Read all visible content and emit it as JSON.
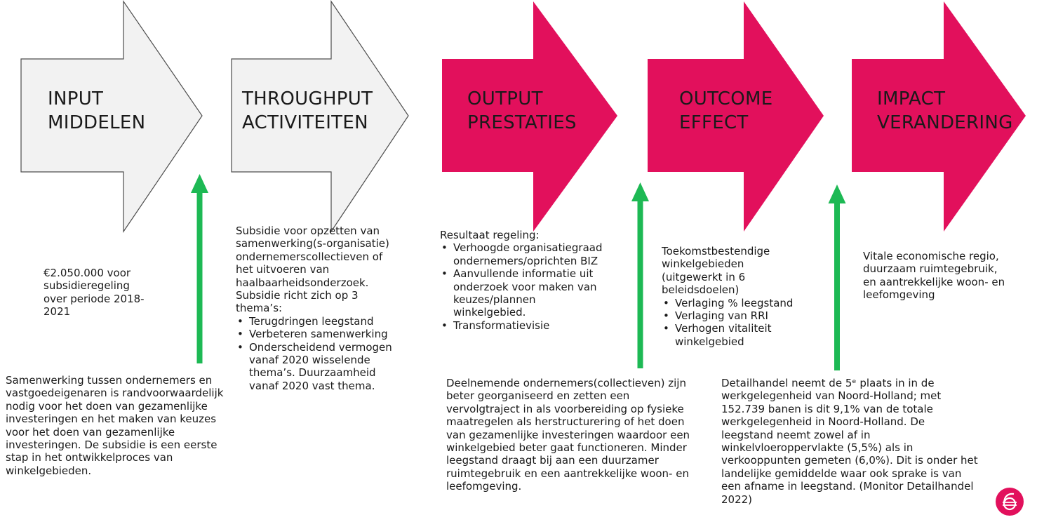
{
  "colors": {
    "arrow_light_fill": "#f2f2f2",
    "arrow_light_stroke": "#4d4d4d",
    "arrow_pink_fill": "#e2105c",
    "up_arrow_green": "#1db954",
    "logo_pink": "#e2105c"
  },
  "stages": [
    {
      "line1": "INPUT",
      "line2": "MIDDELEN",
      "style": "light"
    },
    {
      "line1": "THROUGHPUT",
      "line2": "ACTIVITEITEN",
      "style": "light"
    },
    {
      "line1": "OUTPUT",
      "line2": "PRESTATIES",
      "style": "pink"
    },
    {
      "line1": "OUTCOME",
      "line2": "EFFECT",
      "style": "pink"
    },
    {
      "line1": "IMPACT",
      "line2": "VERANDERING",
      "style": "pink"
    }
  ],
  "input_text": {
    "lines": [
      "€2.050.000 voor",
      "subsidieregeling",
      "over periode 2018-",
      "2021"
    ]
  },
  "throughput_text": {
    "lines": [
      "Subsidie voor opzetten van",
      "samenwerking(s-organisatie)",
      "ondernemerscollectieven of",
      "het uitvoeren van",
      "haalbaarheidsonderzoek.",
      "Subsidie richt zich op 3",
      "thema’s:"
    ],
    "bullets": [
      "Terugdringen leegstand",
      "Verbeteren samenwerking",
      "Onderscheidend vermogen vanaf 2020 wisselende thema’s. Duurzaamheid vanaf 2020 vast thema."
    ]
  },
  "output_text": {
    "intro": "Resultaat regeling:",
    "bullets": [
      "Verhoogde organisatiegraad ondernemers/oprichten BIZ",
      "Aanvullende informatie uit onderzoek voor maken van keuzes/plannen winkelgebied.",
      "Transformatievisie"
    ]
  },
  "outcome_text": {
    "lines": [
      "Toekomstbestendige",
      "winkelgebieden",
      "(uitgewerkt in 6",
      "beleidsdoelen)"
    ],
    "bullets": [
      "Verlaging % leegstand",
      "Verlaging van RRI",
      "Verhogen vitaliteit winkelgebied"
    ]
  },
  "impact_text": {
    "lines": [
      "Vitale economische regio,",
      "duurzaam ruimtegebruik,",
      "en aantrekkelijke woon- en",
      "leefomgeving"
    ]
  },
  "assumption_input_throughput": {
    "lines": [
      "Samenwerking tussen ondernemers en",
      "vastgoedeigenaren is randvoorwaardelijk",
      "nodig voor het doen van gezamenlijke",
      "investeringen en het maken van keuzes",
      "voor het doen van gezamenlijke",
      "investeringen. De subsidie is een eerste",
      "stap in het ontwikkelproces van",
      "winkelgebieden."
    ]
  },
  "assumption_output_outcome": {
    "lines": [
      "Deelnemende ondernemers(collectieven) zijn",
      "beter georganiseerd en zetten een",
      "vervolgtraject in als voorbereiding op fysieke",
      "maatregelen als herstructurering of het doen",
      "van gezamenlijke investeringen waardoor een",
      "winkelgebied beter gaat functioneren. Minder",
      "leegstand draagt bij aan een duurzamer",
      "ruimtegebruik en een aantrekkelijke woon- en",
      "leefomgeving."
    ]
  },
  "assumption_outcome_impact": {
    "lines": [
      "Detailhandel neemt de 5ᵉ plaats in in de",
      "werkgelegenheid van Noord-Holland; met",
      "152.739 banen is dit 9,1% van de totale",
      "werkgelegenheid in Noord-Holland. De",
      "leegstand neemt zowel af in",
      "winkelvloeroppervlakte (5,5%) als in",
      "verkooppunten gemeten (6,0%). Dit is onder het",
      "landelijke gemiddelde waar ook sprake is van",
      "een afname in leegstand. (Monitor Detailhandel",
      "2022)"
    ]
  },
  "logo": {
    "icon": "logo-6-icon"
  }
}
